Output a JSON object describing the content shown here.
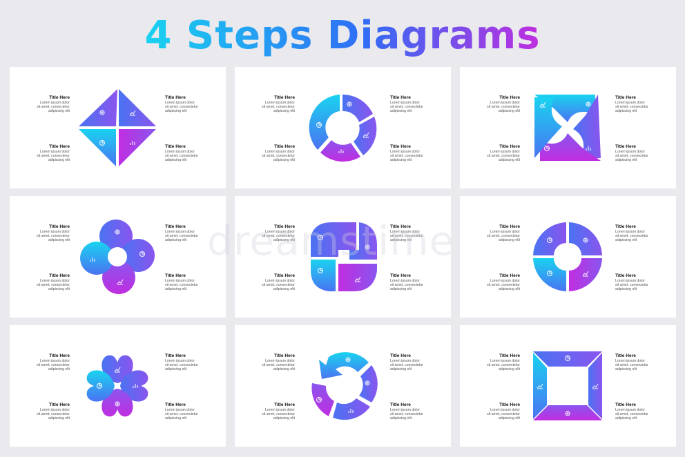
{
  "title": "4 Steps Diagrams",
  "watermark": "dreamstime",
  "colors": {
    "cyan": "#19d3f0",
    "blue": "#4a73f2",
    "purple": "#8a55ee",
    "magenta": "#c02ee0",
    "panel": "#ffffff",
    "background": "#e9e9ee"
  },
  "label": {
    "title": "Title Here",
    "line1": "Lorem ipsum dolor",
    "line2": "sit amet, consectetur",
    "line3": "adipiscing elit"
  },
  "panels": [
    {
      "name": "diamond"
    },
    {
      "name": "swirl-ring"
    },
    {
      "name": "swirl-square"
    },
    {
      "name": "loop-flower"
    },
    {
      "name": "arrow-square-ring"
    },
    {
      "name": "ring-quarters"
    },
    {
      "name": "heart-clover"
    },
    {
      "name": "link-ring"
    },
    {
      "name": "frame-trapezoids"
    }
  ]
}
